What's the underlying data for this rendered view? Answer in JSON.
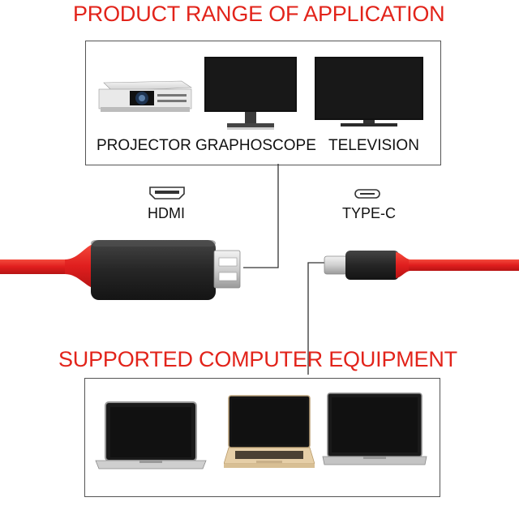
{
  "heading_top": "PRODUCT RANGE OF APPLICATION",
  "heading_bottom": "SUPPORTED COMPUTER EQUIPMENT",
  "devices": {
    "projector": "PROJECTOR",
    "graphoscope": "GRAPHOSCOPE",
    "television": "TELEVISION"
  },
  "connectors": {
    "hdmi": "HDMI",
    "typec": "TYPE-C"
  },
  "colors": {
    "accent": "#e2231a",
    "cable": "#e01e1e",
    "connector_body": "#2a2a2a"
  }
}
